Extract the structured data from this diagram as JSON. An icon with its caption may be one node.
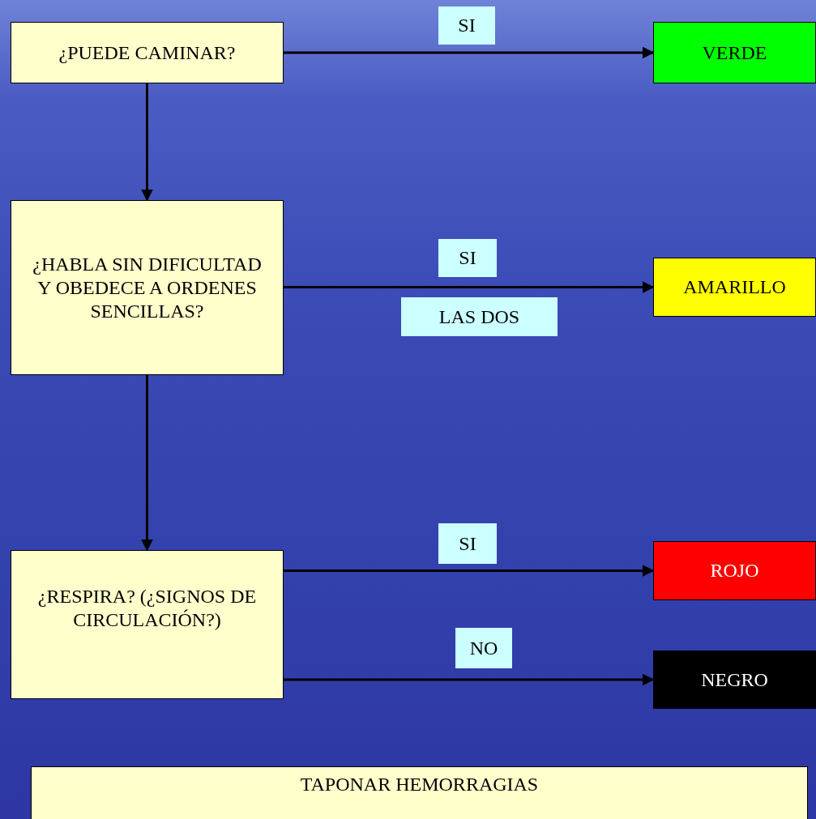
{
  "diagram": {
    "nodes": [
      {
        "text": [
          "¿PUEDE CAMINAR?"
        ]
      },
      {
        "text": [
          "VERDE"
        ]
      },
      {
        "text": [
          "¿HABLA SIN DIFICULTAD Y OBEDECE A ORDENES SENCILLAS?"
        ]
      },
      {
        "text": [
          "AMARILLO"
        ]
      },
      {
        "text": [
          "¿RESPIRA? (¿SIGNOS DE CIRCULACIÓN?)"
        ]
      },
      {
        "text": [
          "ROJO"
        ]
      },
      {
        "text": [
          "NEGRO"
        ]
      },
      {
        "text": [
          "TAPONAR HEMORRAGIAS"
        ]
      }
    ],
    "edges": [
      {
        "from": 0,
        "to": 1,
        "arrow": "to",
        "label": "SI"
      },
      {
        "from": 0,
        "to": 2,
        "arrow": "to"
      },
      {
        "from": 2,
        "to": 3,
        "arrow": "to",
        "label": "SI"
      },
      {
        "from": 2,
        "to": 4,
        "arrow": "to"
      },
      {
        "from": 4,
        "to": 5,
        "arrow": "to",
        "label": "SI"
      },
      {
        "from": 4,
        "to": 6,
        "arrow": "to",
        "label": "NO"
      }
    ],
    "labels": [
      "LAS DOS"
    ]
  }
}
